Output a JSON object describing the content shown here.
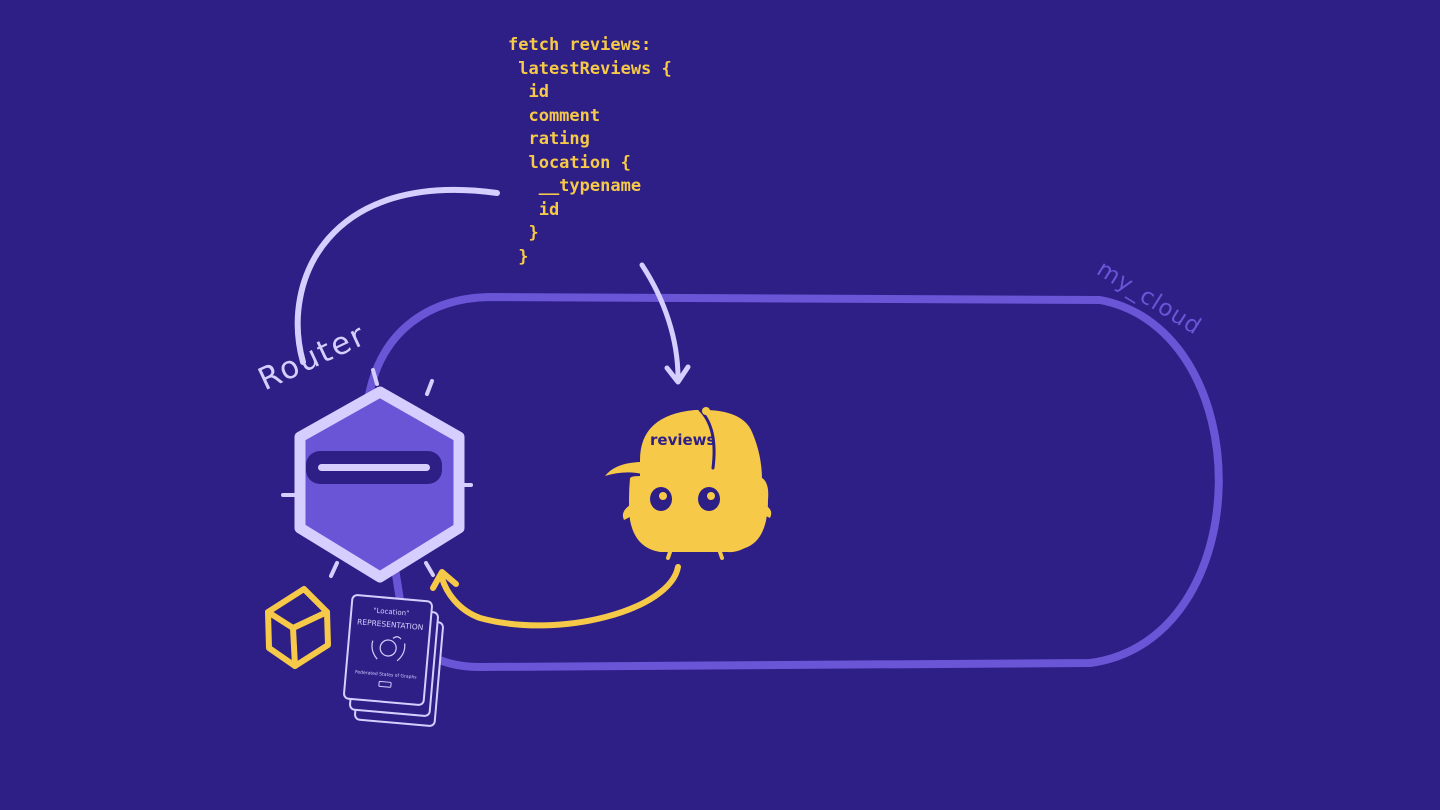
{
  "query_lines": [
    "fetch reviews:",
    " latestReviews {",
    "  id",
    "  comment",
    "  rating",
    "  location {",
    "   __typename",
    "   id",
    "  }",
    " }"
  ],
  "router": {
    "label": "Router"
  },
  "cloud": {
    "label": "my_cloud"
  },
  "subgraph": {
    "label": "reviews"
  },
  "representation_card": {
    "title": "\"Location\"",
    "subtitle": "REPRESENTATION",
    "footer": "Federated States of Graphs"
  },
  "colors": {
    "background": "#2d1f86",
    "accent_yellow": "#f7c948",
    "accent_lavender": "#d6ceff",
    "accent_purple": "#6a55d6"
  }
}
